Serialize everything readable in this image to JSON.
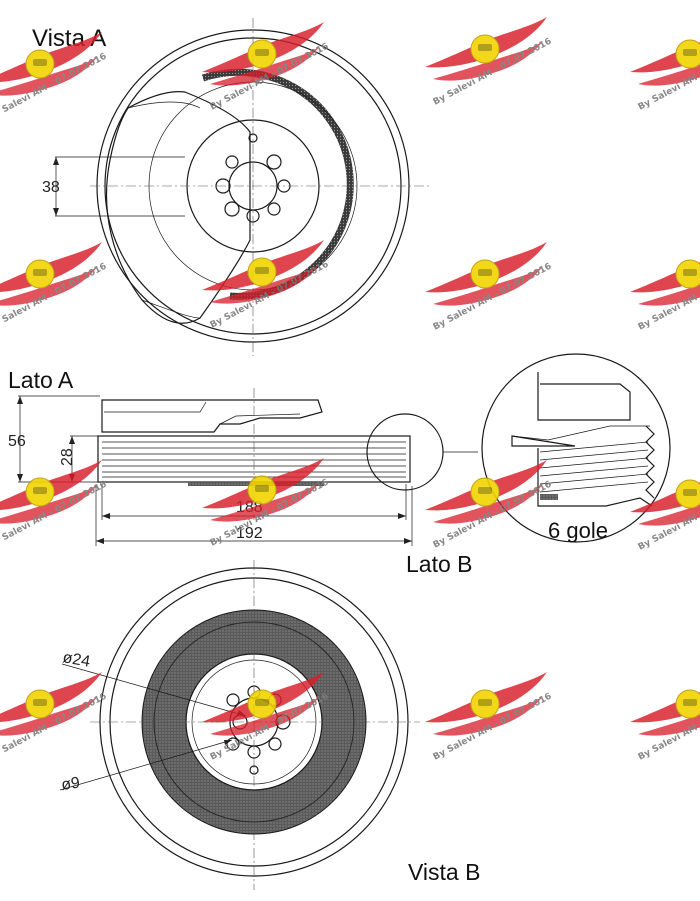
{
  "views": {
    "vista_a": "Vista A",
    "vista_b": "Vista B",
    "lato_a": "Lato A",
    "lato_b": "Lato B"
  },
  "dimensions": {
    "d38": "38",
    "d56": "56",
    "d28": "28",
    "d188": "188",
    "d192": "192",
    "phi24": "ø24",
    "phi9": "ø9"
  },
  "detail": {
    "grooves_label": "6 gole"
  },
  "watermark": {
    "text": "By Salevi AM - 07.07.2016",
    "badge_color": "#f2d400",
    "wing_color": "#d81e2a"
  }
}
